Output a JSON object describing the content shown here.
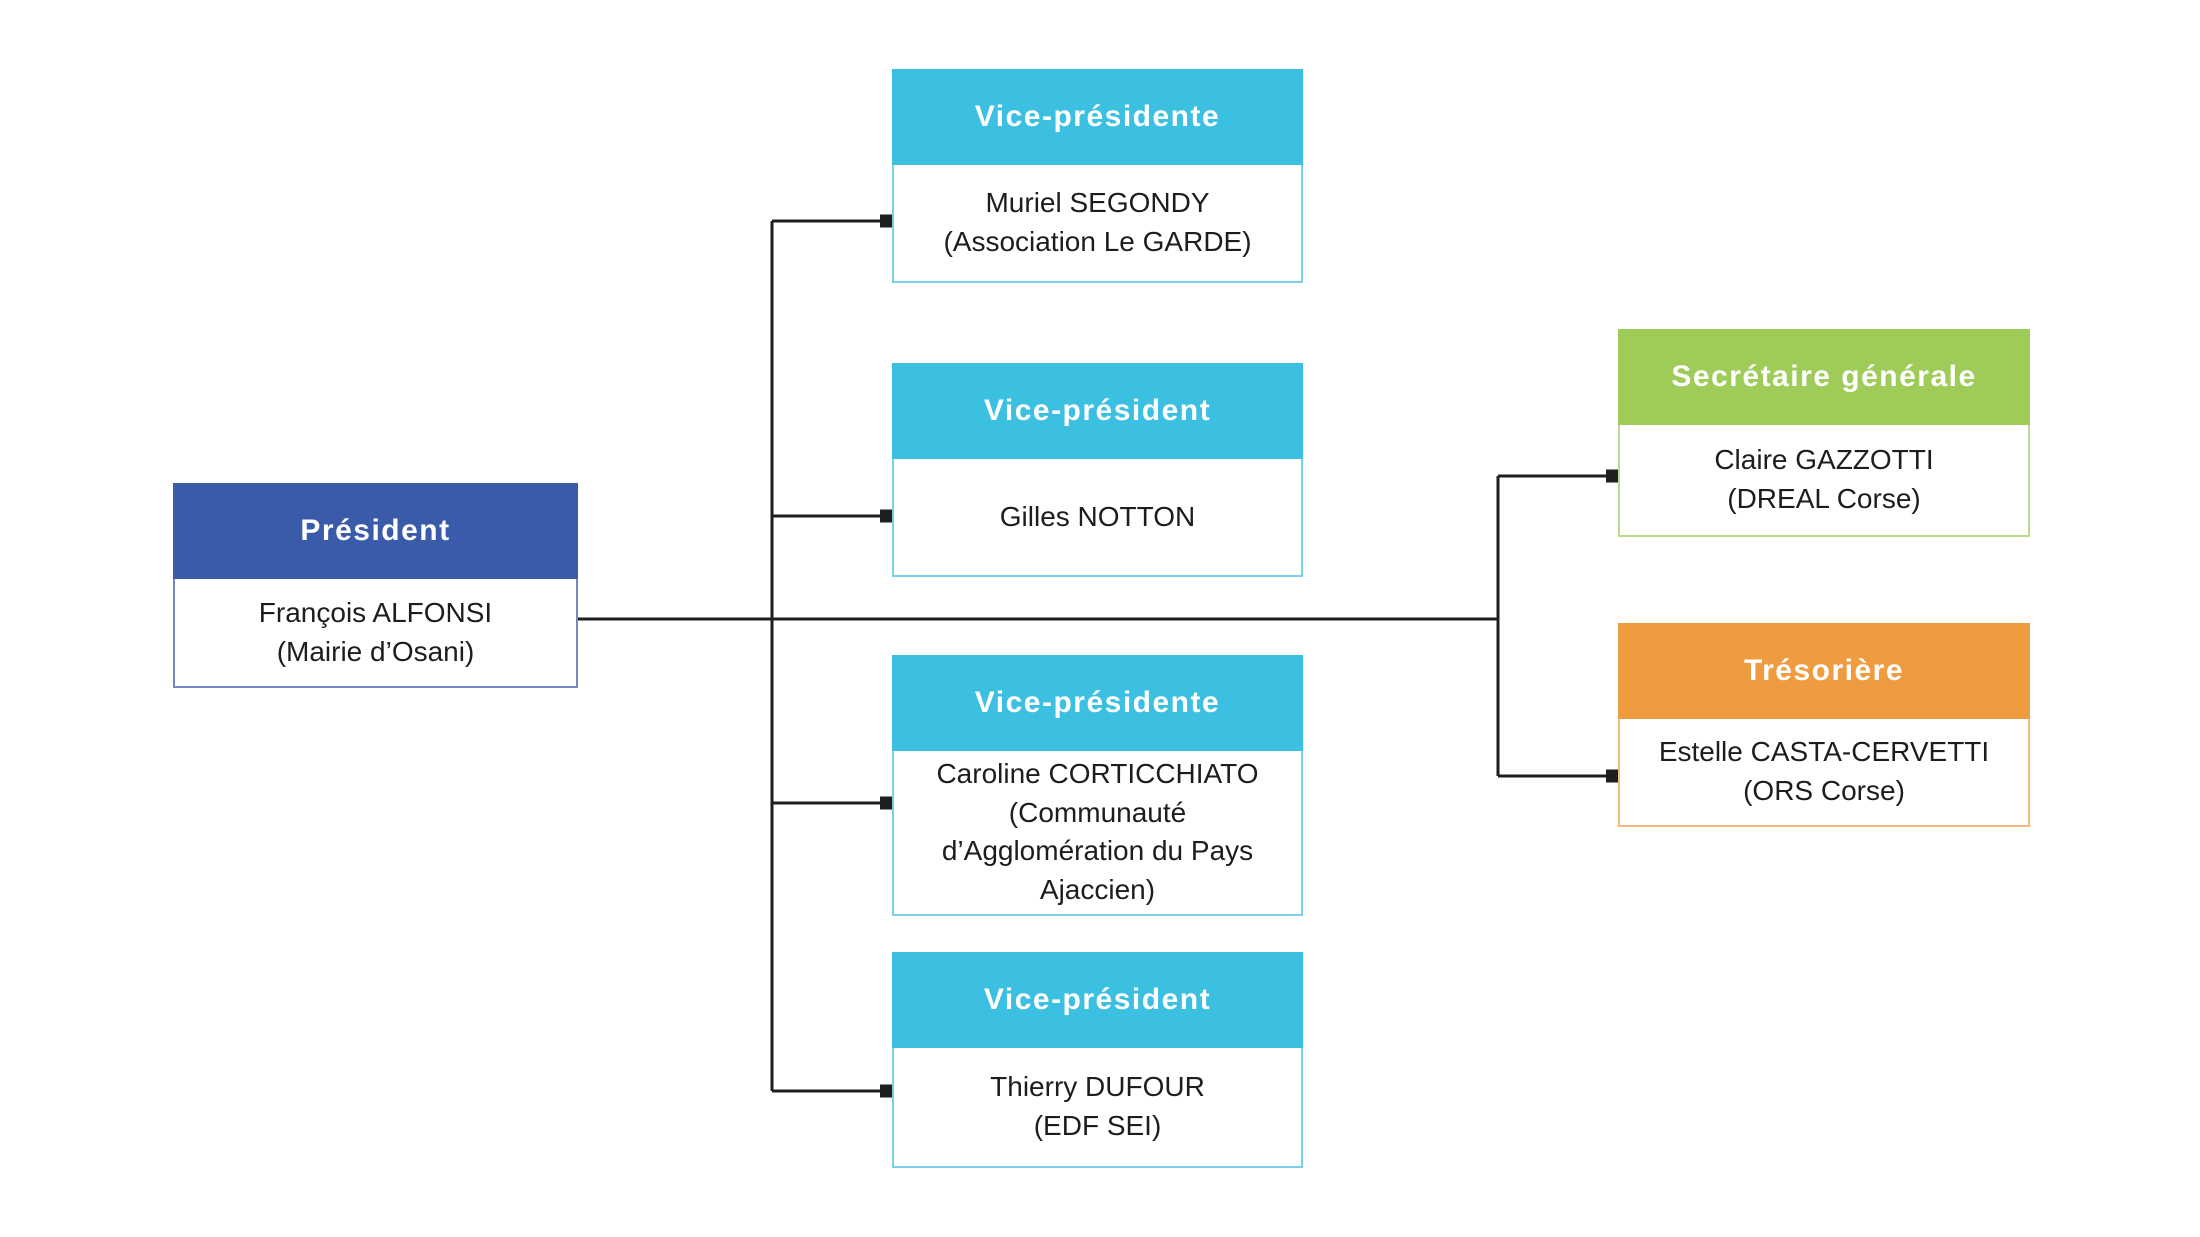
{
  "diagram": {
    "type": "org-chart",
    "background": "#FFFFFF",
    "connector_color": "#1E1E1E",
    "nodes": {
      "president": {
        "role": "Président",
        "name": "François ALFONSI",
        "org": "(Mairie d’Osani)",
        "color": "#3A5BA9",
        "border": "#7289C1"
      },
      "vp1": {
        "role": "Vice-présidente",
        "name": "Muriel SEGONDY",
        "org": "(Association Le GARDE)",
        "color": "#3BC0E2",
        "border": "#7AD0EA"
      },
      "vp2": {
        "role": "Vice-président",
        "name": "Gilles NOTTON",
        "color": "#3BC0E2",
        "border": "#7AD0EA"
      },
      "vp3": {
        "role": "Vice-présidente",
        "name": "Caroline CORTICCHIATO",
        "org": "(Communauté d’Agglomération du Pays Ajaccien)",
        "color": "#3BC0E2",
        "border": "#7AD0EA"
      },
      "vp4": {
        "role": "Vice-président",
        "name": "Thierry DUFOUR",
        "org": "(EDF SEI)",
        "color": "#3BC0E2",
        "border": "#7AD0EA"
      },
      "secretary": {
        "role": "Secrétaire générale",
        "name": "Claire GAZZOTTI",
        "org": "(DREAL Corse)",
        "color": "#9FCC58",
        "border": "#BCDA8B"
      },
      "treasurer": {
        "role": "Trésorière",
        "name": "Estelle CASTA-CERVETTI",
        "org": "(ORS Corse)",
        "color": "#EF9C40",
        "border": "#F3B878"
      }
    },
    "edges": [
      {
        "from": "president",
        "to": "vp1"
      },
      {
        "from": "president",
        "to": "vp2"
      },
      {
        "from": "president",
        "to": "vp3"
      },
      {
        "from": "president",
        "to": "vp4"
      },
      {
        "from": "president",
        "to": "secretary"
      },
      {
        "from": "president",
        "to": "treasurer"
      }
    ]
  }
}
